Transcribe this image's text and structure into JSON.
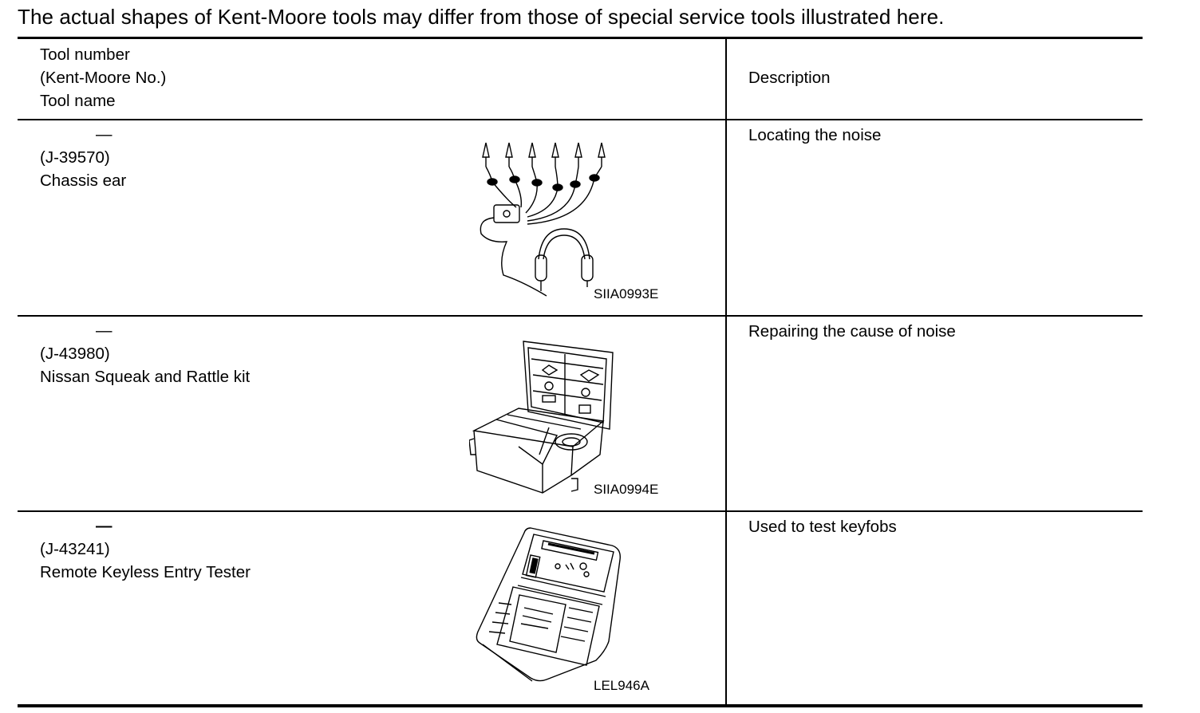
{
  "notice": "The actual shapes of Kent-Moore tools may differ from those of special service tools illustrated here.",
  "header": {
    "tool_col_lines": [
      "Tool number",
      "(Kent-Moore No.)",
      "Tool name"
    ],
    "description": "Description"
  },
  "rows": [
    {
      "tool_number": "—",
      "kent_moore_no": "(J-39570)",
      "tool_name": "Chassis ear",
      "illustration_code": "SIIA0993E",
      "illustration": "chassis-ear-illustration",
      "description": "Locating the noise"
    },
    {
      "tool_number": "—",
      "kent_moore_no": "(J-43980)",
      "tool_name": "Nissan Squeak and Rattle kit",
      "illustration_code": "SIIA0994E",
      "illustration": "squeak-rattle-kit-illustration",
      "description": "Repairing the cause of noise"
    },
    {
      "tool_number": "—",
      "kent_moore_no": "(J-43241)",
      "tool_name": "Remote Keyless Entry Tester",
      "illustration_code": "LEL946A",
      "illustration": "keyless-entry-tester-illustration",
      "description": "Used to test keyfobs"
    }
  ]
}
